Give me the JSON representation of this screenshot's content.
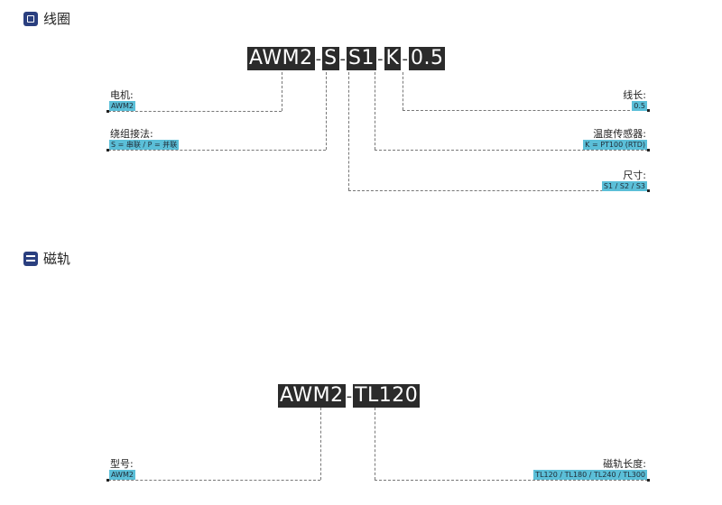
{
  "coil_section": {
    "title": "线圈",
    "code_segments": [
      "AWM2",
      "S",
      "S1",
      "K",
      "0.5"
    ],
    "motor": {
      "label": "电机:",
      "value": "AWM2"
    },
    "winding": {
      "label": "绕组接法:",
      "value": "S = 串联 / P = 并联"
    },
    "wire_length": {
      "label": "线长:",
      "value": "0.5"
    },
    "temp_sensor": {
      "label": "温度传感器:",
      "value": "K = PT100 (RTD)"
    },
    "size": {
      "label": "尺寸:",
      "value": "S1 / S2 / S3"
    }
  },
  "rail_section": {
    "title": "磁轨",
    "code_segments": [
      "AWM2",
      "TL120"
    ],
    "model": {
      "label": "型号:",
      "value": "AWM2"
    },
    "rail_length": {
      "label": "磁轨长度:",
      "value": "TL120 / TL180 / TL240 / TL300"
    }
  },
  "colors": {
    "accent": "#2a3f7f",
    "tag": "#5bbfd8",
    "code_bg": "#2b2b2b"
  },
  "icons": [
    "coil-icon",
    "rail-icon"
  ]
}
